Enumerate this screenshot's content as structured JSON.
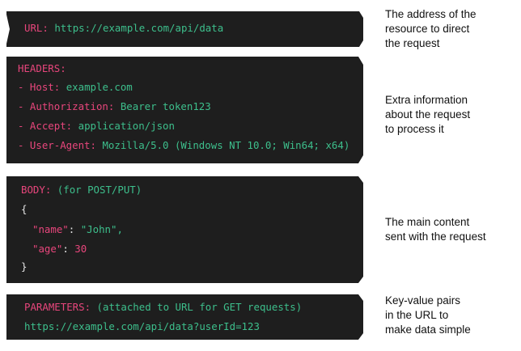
{
  "url_section": {
    "label": "URL:",
    "value": "https://example.com/api/data",
    "description": [
      "The address of the",
      "resource to direct",
      "the request"
    ]
  },
  "headers_section": {
    "label": "HEADERS:",
    "items": [
      {
        "key": "- Host:",
        "value": "example.com"
      },
      {
        "key": "- Authorization:",
        "value": "Bearer token123"
      },
      {
        "key": "- Accept:",
        "value": "application/json"
      },
      {
        "key": "- User-Agent:",
        "value": "Mozilla/5.0 (Windows NT 10.0; Win64; x64)"
      }
    ],
    "description": [
      "Extra information",
      "about the request",
      "to process it"
    ]
  },
  "body_section": {
    "label": "BODY:",
    "note": "(for POST/PUT)",
    "open_brace": "{",
    "fields": [
      {
        "key": "\"name\"",
        "colon": ":",
        "value": "\"John\",",
        "value_color": "#3dbf8c"
      },
      {
        "key": "\"age\"",
        "colon": ":",
        "value": "30",
        "value_color": "#e8467c"
      }
    ],
    "close_brace": "}",
    "description": [
      "The main content",
      "sent with the request"
    ]
  },
  "params_section": {
    "label": "PARAMETERS:",
    "note": "(attached to URL for GET requests)",
    "value": "https://example.com/api/data?userId=123",
    "description": [
      "Key-value pairs",
      "in the URL to",
      "make data simple"
    ]
  },
  "colors": {
    "panel_bg": "#1e1e1e",
    "label_pink": "#e8467c",
    "value_teal": "#3dbf8c",
    "brace_light": "#e6e6e6"
  }
}
